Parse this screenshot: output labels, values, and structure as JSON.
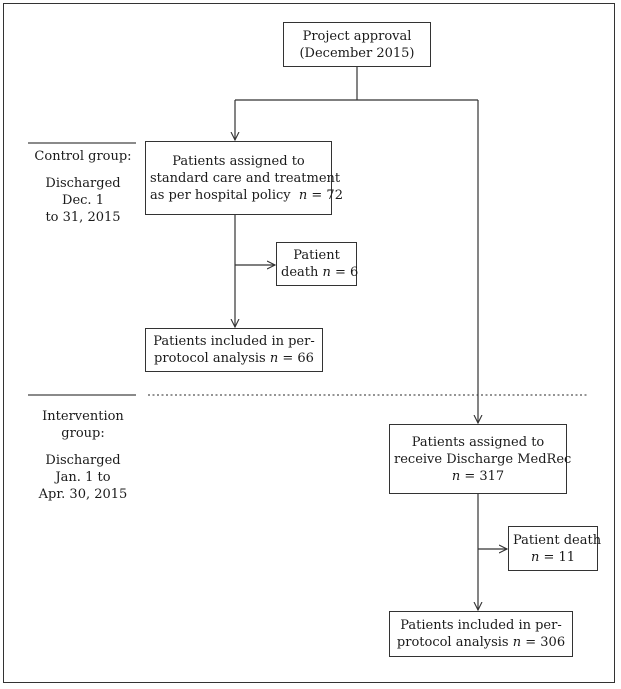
{
  "approval": {
    "line1": "Project approval",
    "line2": "(December 2015)"
  },
  "control": {
    "label_line1": "Control group:",
    "label_line2": "Discharged",
    "label_line3": "Dec. 1",
    "label_line4": "to 31, 2015",
    "assigned_line1": "Patients assigned to",
    "assigned_line2": "standard care and treatment",
    "assigned_line3_text": "as per hospital policy",
    "assigned_n_symbol": "n",
    "assigned_n_value": "= 72",
    "death_line1": "Patient",
    "death_line2_text": "death",
    "death_n_symbol": "n",
    "death_n_value": "= 6",
    "included_line1": "Patients included in per-",
    "included_line2_text": "protocol analysis",
    "included_n_symbol": "n",
    "included_n_value": "= 66"
  },
  "intervention": {
    "label_line1": "Intervention",
    "label_line2": "group:",
    "label_line3": "Discharged",
    "label_line4": "Jan. 1 to",
    "label_line5": "Apr. 30, 2015",
    "assigned_line1": "Patients assigned to",
    "assigned_line2": "receive Discharge MedRec",
    "assigned_n_symbol": "n",
    "assigned_n_value": "= 317",
    "death_line1": "Patient death",
    "death_n_symbol": "n",
    "death_n_value": "= 11",
    "included_line1": "Patients included in per-",
    "included_line2_text": "protocol analysis",
    "included_n_symbol": "n",
    "included_n_value": "= 306"
  }
}
